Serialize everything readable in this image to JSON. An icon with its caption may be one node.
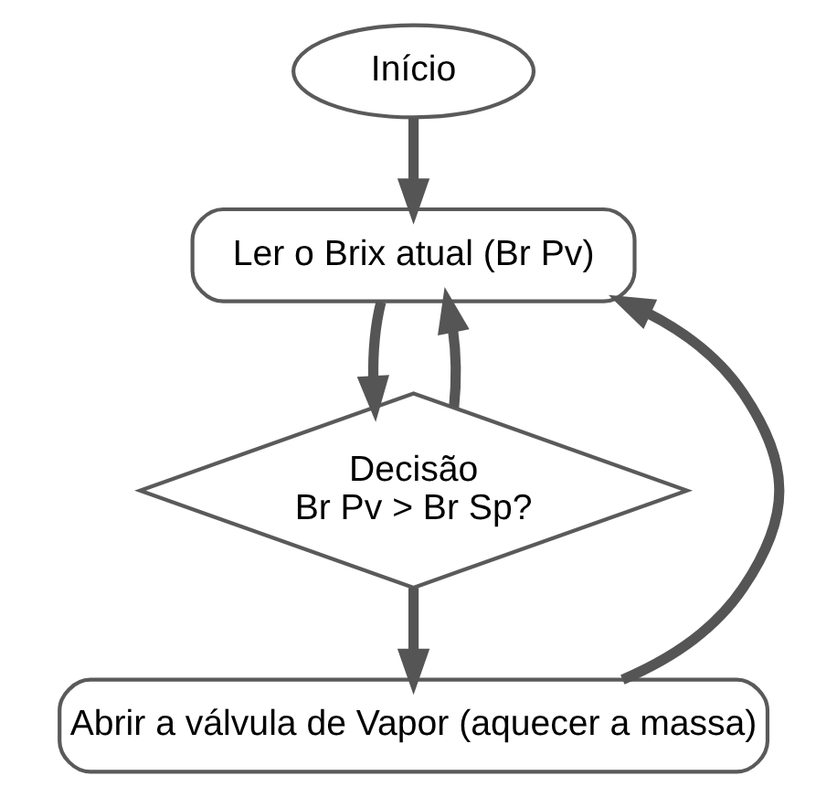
{
  "diagram": {
    "nodes": [
      {
        "text": [
          "Início"
        ]
      },
      {
        "text": [
          "Ler o Brix atual (Br Pv)"
        ]
      },
      {
        "text": [
          "Decisão",
          "Br Pv > Br Sp?"
        ]
      },
      {
        "text": [
          "Abrir a válvula de Vapor (aquecer a massa)"
        ]
      }
    ],
    "edges": [
      {
        "from": 0,
        "to": 1,
        "arrow": "to"
      },
      {
        "from": 1,
        "to": 2,
        "arrow": "to"
      },
      {
        "from": 2,
        "to": 3,
        "arrow": "to"
      },
      {
        "from": 3,
        "to": 1,
        "arrow": "to"
      },
      {
        "from": 2,
        "to": 1,
        "arrow": "to"
      }
    ]
  }
}
